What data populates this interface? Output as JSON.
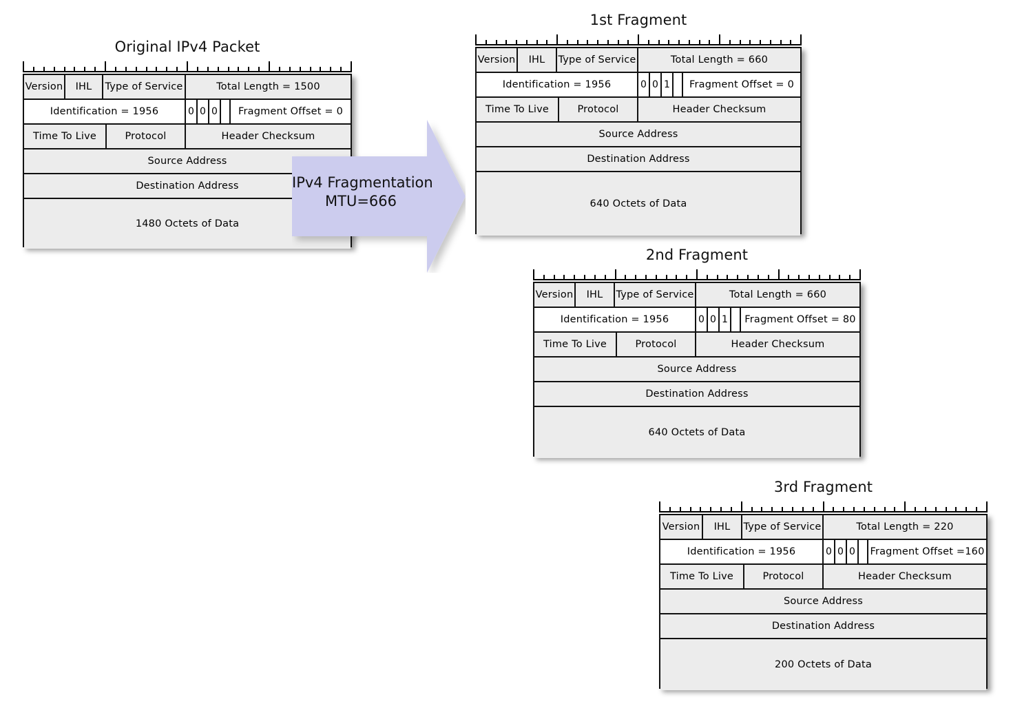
{
  "diagram": {
    "title": "IPv4 Fragmentation",
    "arrow": {
      "line1": "IPv4 Fragmentation",
      "line2": "MTU=666",
      "fill_color": "#ccccee"
    },
    "colors": {
      "cell_gray": "#ececec",
      "cell_white": "#ffffff",
      "border": "#111111",
      "arrow": "#ccccee"
    }
  },
  "packets": [
    {
      "id": "original-ipv4-packet",
      "title": "Original IPv4 Packet",
      "rows": [
        {
          "shade": "gray",
          "cells": [
            {
              "label": "Version"
            },
            {
              "label": "IHL"
            },
            {
              "label": "Type of Service"
            },
            {
              "label": "Total Length = 1500"
            }
          ]
        },
        {
          "shade": "white",
          "cells": [
            {
              "label": "Identification = 1956"
            },
            {
              "label": "0"
            },
            {
              "label": "0"
            },
            {
              "label": "0"
            },
            {
              "label": ""
            },
            {
              "label": "Fragment Offset = 0"
            }
          ]
        },
        {
          "shade": "gray",
          "cells": [
            {
              "label": "Time To Live"
            },
            {
              "label": "Protocol"
            },
            {
              "label": "Header Checksum"
            }
          ]
        },
        {
          "shade": "gray",
          "cells": [
            {
              "label": "Source Address"
            }
          ]
        },
        {
          "shade": "gray",
          "cells": [
            {
              "label": "Destination Address"
            }
          ]
        },
        {
          "shade": "gray",
          "cells": [
            {
              "label": "1480 Octets of Data"
            }
          ]
        }
      ]
    },
    {
      "id": "first-fragment",
      "title": "1st Fragment",
      "rows": [
        {
          "shade": "gray",
          "cells": [
            {
              "label": "Version"
            },
            {
              "label": "IHL"
            },
            {
              "label": "Type of Service"
            },
            {
              "label": "Total Length = 660"
            }
          ]
        },
        {
          "shade": "white",
          "cells": [
            {
              "label": "Identification = 1956"
            },
            {
              "label": "0"
            },
            {
              "label": "0"
            },
            {
              "label": "1"
            },
            {
              "label": ""
            },
            {
              "label": "Fragment Offset = 0"
            }
          ]
        },
        {
          "shade": "gray",
          "cells": [
            {
              "label": "Time To Live"
            },
            {
              "label": "Protocol"
            },
            {
              "label": "Header Checksum"
            }
          ]
        },
        {
          "shade": "gray",
          "cells": [
            {
              "label": "Source Address"
            }
          ]
        },
        {
          "shade": "gray",
          "cells": [
            {
              "label": "Destination Address"
            }
          ]
        },
        {
          "shade": "gray",
          "cells": [
            {
              "label": "640 Octets of Data"
            }
          ]
        }
      ]
    },
    {
      "id": "second-fragment",
      "title": "2nd Fragment",
      "rows": [
        {
          "shade": "gray",
          "cells": [
            {
              "label": "Version"
            },
            {
              "label": "IHL"
            },
            {
              "label": "Type of Service"
            },
            {
              "label": "Total Length = 660"
            }
          ]
        },
        {
          "shade": "white",
          "cells": [
            {
              "label": "Identification = 1956"
            },
            {
              "label": "0"
            },
            {
              "label": "0"
            },
            {
              "label": "1"
            },
            {
              "label": ""
            },
            {
              "label": "Fragment Offset = 80"
            }
          ]
        },
        {
          "shade": "gray",
          "cells": [
            {
              "label": "Time To Live"
            },
            {
              "label": "Protocol"
            },
            {
              "label": "Header Checksum"
            }
          ]
        },
        {
          "shade": "gray",
          "cells": [
            {
              "label": "Source Address"
            }
          ]
        },
        {
          "shade": "gray",
          "cells": [
            {
              "label": "Destination Address"
            }
          ]
        },
        {
          "shade": "gray",
          "cells": [
            {
              "label": "640 Octets of Data"
            }
          ]
        }
      ]
    },
    {
      "id": "third-fragment",
      "title": "3rd Fragment",
      "rows": [
        {
          "shade": "gray",
          "cells": [
            {
              "label": "Version"
            },
            {
              "label": "IHL"
            },
            {
              "label": "Type of Service"
            },
            {
              "label": "Total Length = 220"
            }
          ]
        },
        {
          "shade": "white",
          "cells": [
            {
              "label": "Identification = 1956"
            },
            {
              "label": "0"
            },
            {
              "label": "0"
            },
            {
              "label": "0"
            },
            {
              "label": ""
            },
            {
              "label": "Fragment Offset =160"
            }
          ]
        },
        {
          "shade": "gray",
          "cells": [
            {
              "label": "Time To Live"
            },
            {
              "label": "Protocol"
            },
            {
              "label": "Header Checksum"
            }
          ]
        },
        {
          "shade": "gray",
          "cells": [
            {
              "label": "Source Address"
            }
          ]
        },
        {
          "shade": "gray",
          "cells": [
            {
              "label": "Destination Address"
            }
          ]
        },
        {
          "shade": "gray",
          "cells": [
            {
              "label": "200 Octets of Data"
            }
          ]
        }
      ]
    }
  ]
}
